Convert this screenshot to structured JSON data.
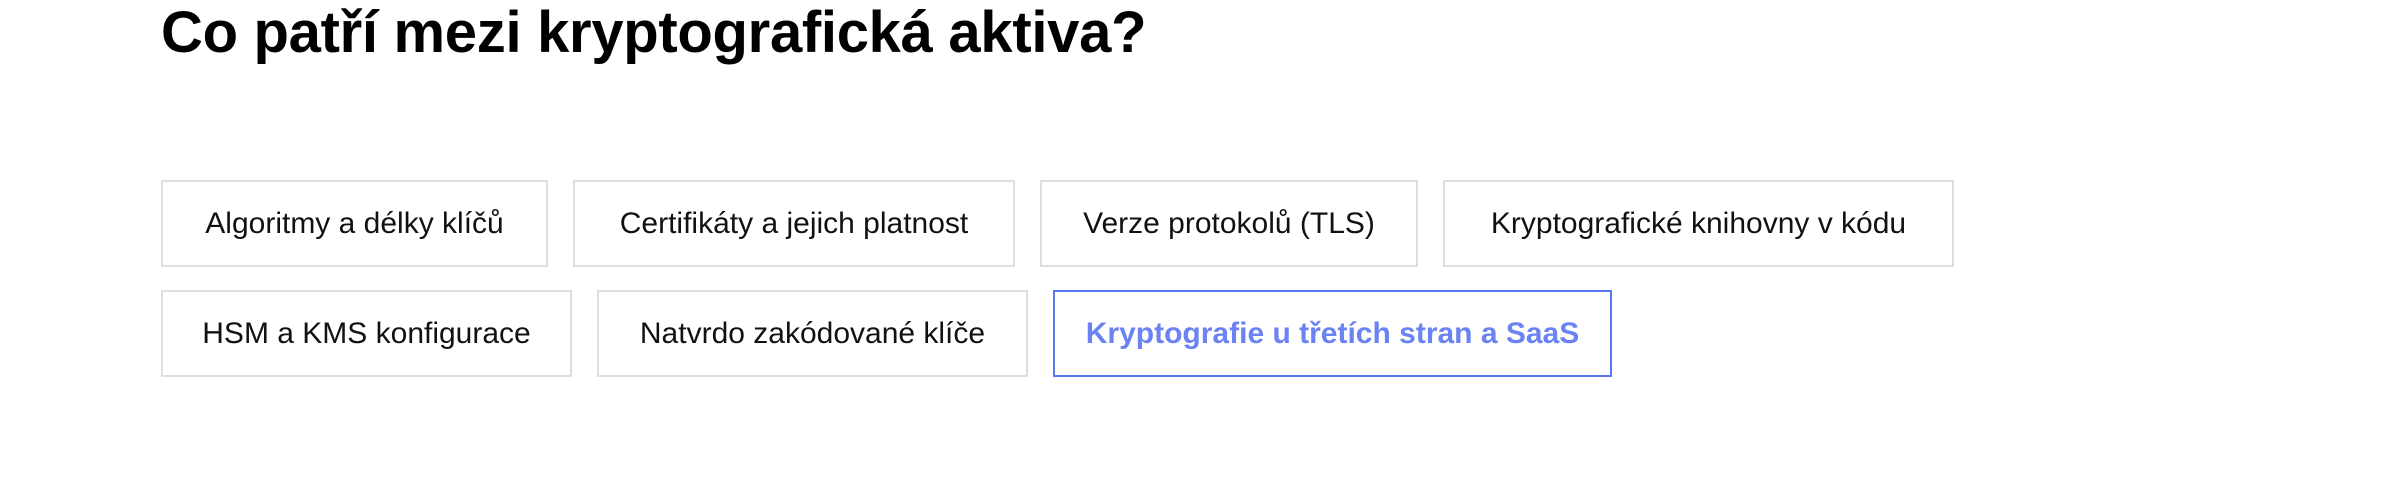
{
  "header": {
    "title": "Co patří mezi kryptografická aktiva?"
  },
  "chips": {
    "row1": [
      {
        "label": "Algoritmy a délky klíčů"
      },
      {
        "label": "Certifikáty a jejich platnost"
      },
      {
        "label": "Verze protokolů (TLS)"
      },
      {
        "label": "Kryptografické knihovny v kódu"
      }
    ],
    "row2": [
      {
        "label": "HSM a KMS konfigurace"
      },
      {
        "label": "Natvrdo zakódované klíče"
      },
      {
        "label": "Kryptografie u třetích stran a SaaS",
        "selected": true
      }
    ]
  },
  "colors": {
    "accent": "#6a82f2",
    "chip_border": "#dedede",
    "text": "#111111",
    "background": "#ffffff"
  }
}
